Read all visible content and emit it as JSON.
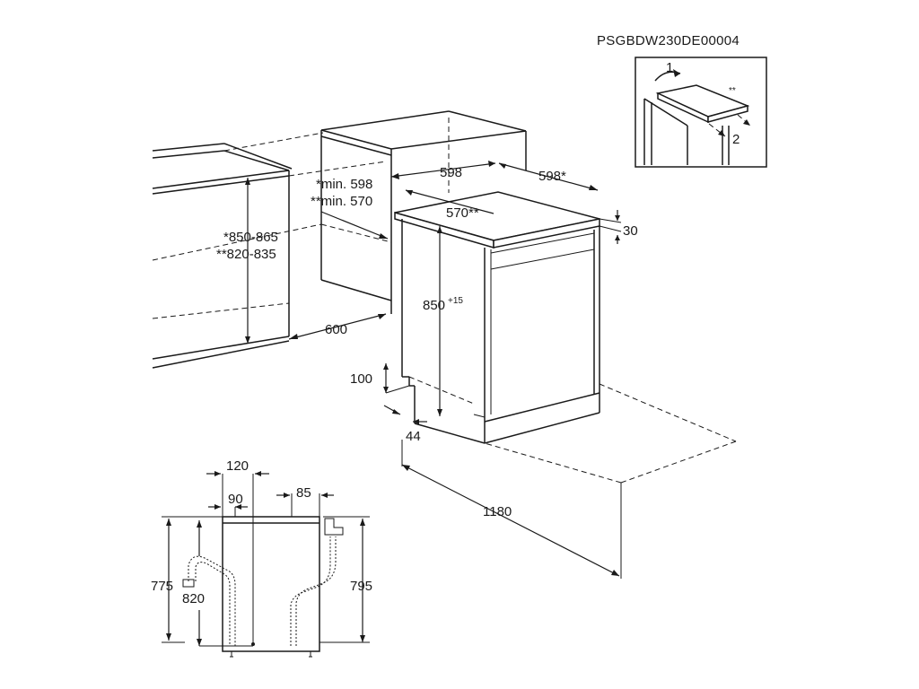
{
  "document_code": "PSGBDW230DE00004",
  "inset": {
    "step1": "1",
    "step2": "2",
    "note": "**"
  },
  "dimensions": {
    "width_top": "598",
    "width_side": "598*",
    "depth_top": "570**",
    "top_thickness": "30",
    "niche_min_width_1": "*min. 598",
    "niche_min_width_2": "**min. 570",
    "height_range_1": "*850-865",
    "height_range_2": "**820-835",
    "height_main": "850",
    "height_main_sup": "+15",
    "niche_depth": "600",
    "plinth_height": "100",
    "plinth_depth": "44",
    "door_open_depth": "1180"
  },
  "hose_view": {
    "offset_left_outer": "120",
    "offset_left_inner": "90",
    "offset_right": "85",
    "height_left_outer": "775",
    "height_left_inner": "820",
    "height_right": "795"
  }
}
